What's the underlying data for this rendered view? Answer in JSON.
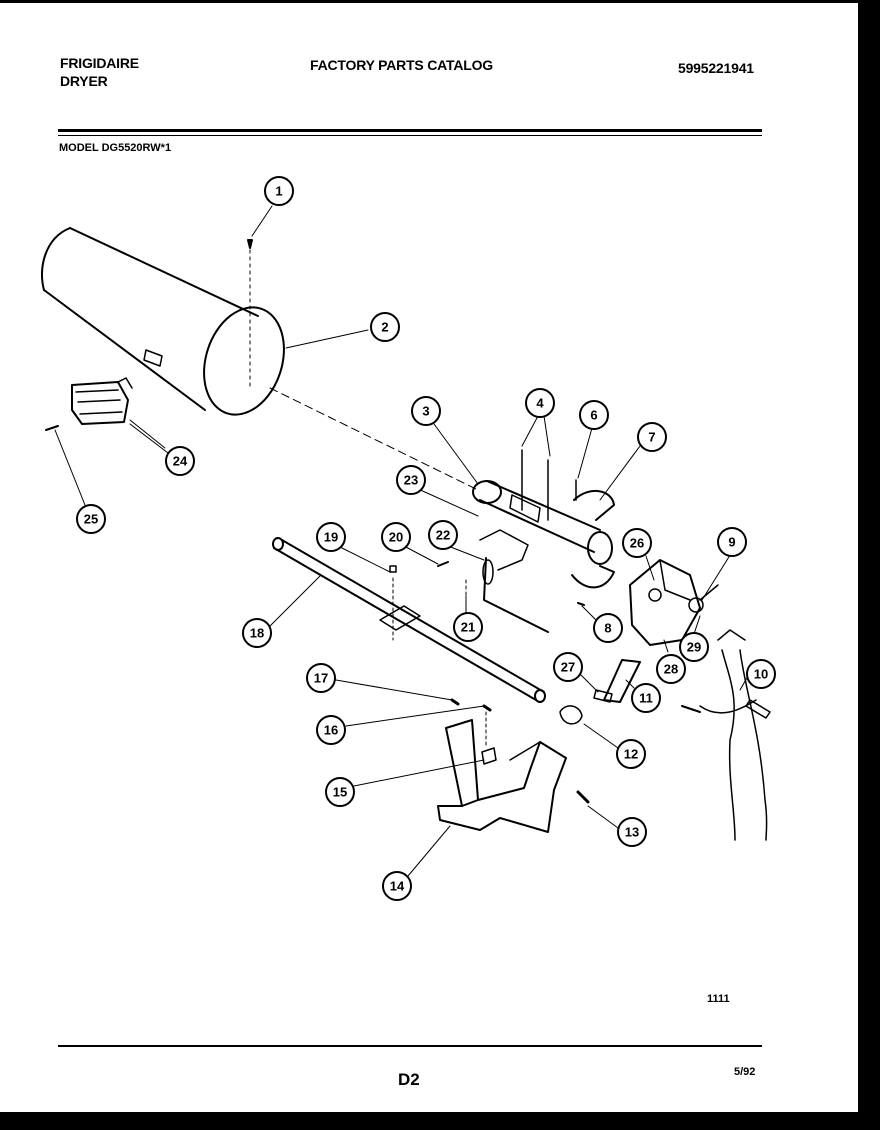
{
  "header": {
    "brand_line1": "FRIGIDAIRE",
    "brand_line2": "DRYER",
    "title": "FACTORY PARTS CATALOG",
    "part_number": "5995221941"
  },
  "model_line": "MODEL DG5520RW*1",
  "figure_number": "1111",
  "page_label": "D2",
  "date": "5/92",
  "callouts": [
    {
      "id": "1",
      "label": "1"
    },
    {
      "id": "2",
      "label": "2"
    },
    {
      "id": "3",
      "label": "3"
    },
    {
      "id": "4",
      "label": "4"
    },
    {
      "id": "6",
      "label": "6"
    },
    {
      "id": "7",
      "label": "7"
    },
    {
      "id": "8",
      "label": "8"
    },
    {
      "id": "9",
      "label": "9"
    },
    {
      "id": "10",
      "label": "10"
    },
    {
      "id": "11",
      "label": "11"
    },
    {
      "id": "12",
      "label": "12"
    },
    {
      "id": "13",
      "label": "13"
    },
    {
      "id": "14",
      "label": "14"
    },
    {
      "id": "15",
      "label": "15"
    },
    {
      "id": "16",
      "label": "16"
    },
    {
      "id": "17",
      "label": "17"
    },
    {
      "id": "18",
      "label": "18"
    },
    {
      "id": "19",
      "label": "19"
    },
    {
      "id": "20",
      "label": "20"
    },
    {
      "id": "21",
      "label": "21"
    },
    {
      "id": "22",
      "label": "22"
    },
    {
      "id": "23",
      "label": "23"
    },
    {
      "id": "24",
      "label": "24"
    },
    {
      "id": "25",
      "label": "25"
    },
    {
      "id": "26",
      "label": "26"
    },
    {
      "id": "27",
      "label": "27"
    },
    {
      "id": "28",
      "label": "28"
    },
    {
      "id": "29",
      "label": "29"
    }
  ]
}
